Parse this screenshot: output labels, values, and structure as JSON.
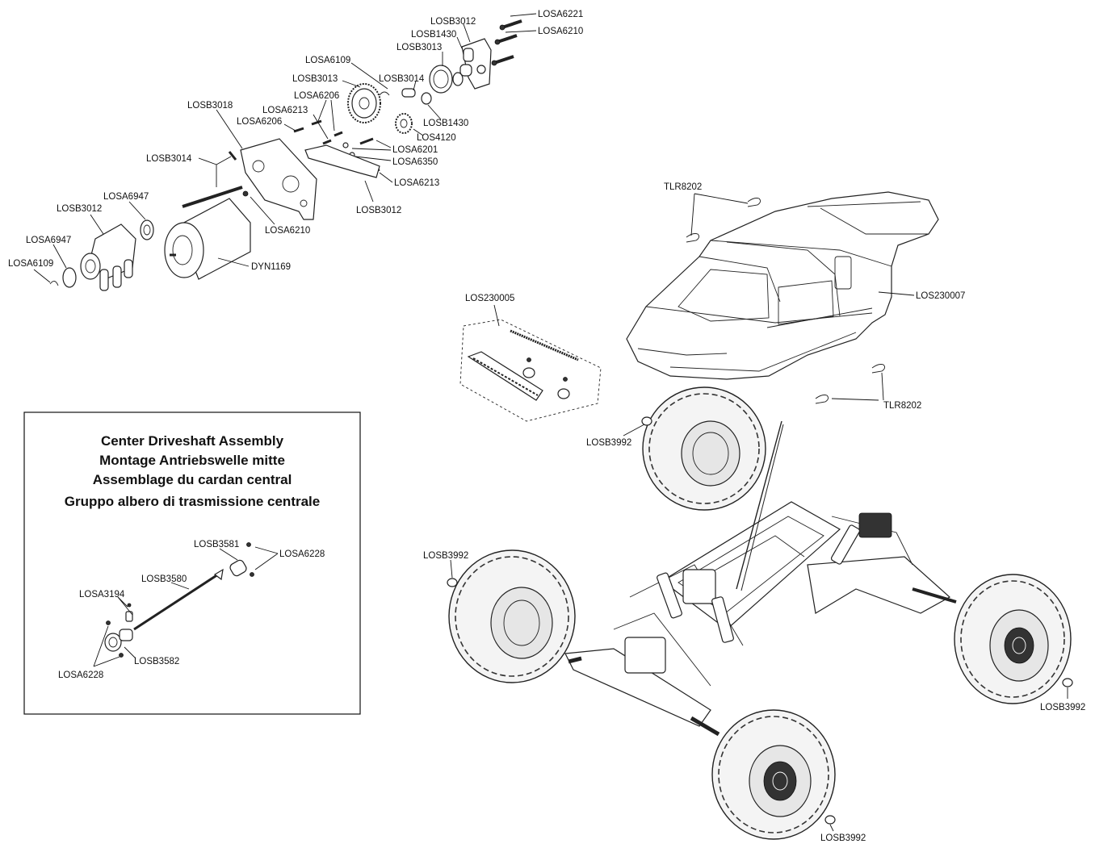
{
  "labels": {
    "losb3012_top": "LOSB3012",
    "losa6221": "LOSA6221",
    "losb1430_top": "LOSB1430",
    "losa6210_top": "LOSA6210",
    "losb3013_top": "LOSB3013",
    "losa6109_top": "LOSA6109",
    "losb3013_mid": "LOSB3013",
    "losb3014_top": "LOSB3014",
    "losa6206_top": "LOSA6206",
    "losb3018": "LOSB3018",
    "losa6213_top": "LOSA6213",
    "losa6206_left": "LOSA6206",
    "losb1430_mid": "LOSB1430",
    "los4120": "LOS4120",
    "losa6201": "LOSA6201",
    "losa6350": "LOSA6350",
    "losb3014_left": "LOSB3014",
    "losa6213_mid": "LOSA6213",
    "losb3012_mid": "LOSB3012",
    "losa6947_top": "LOSA6947",
    "losb3012_left": "LOSB3012",
    "losa6210_mid": "LOSA6210",
    "losa6947_left": "LOSA6947",
    "losa6109_left": "LOSA6109",
    "dyn1169": "DYN1169",
    "tlr8202_top": "TLR8202",
    "los230005": "LOS230005",
    "los230007": "LOS230007",
    "tlr8202_bottom": "TLR8202",
    "losb3992_a": "LOSB3992",
    "losb3992_b": "LOSB3992",
    "losb3992_c": "LOSB3992",
    "losb3992_d": "LOSB3992"
  },
  "inset": {
    "title_lines": [
      "Center Driveshaft Assembly",
      "Montage Antriebswelle mitte",
      "Assemblage du cardan central",
      "Gruppo albero di trasmissione centrale"
    ],
    "labels": {
      "losb3581": "LOSB3581",
      "losa6228_right": "LOSA6228",
      "losb3580": "LOSB3580",
      "losa3194": "LOSA3194",
      "losb3582": "LOSB3582",
      "losa6228_left": "LOSA6228"
    }
  }
}
